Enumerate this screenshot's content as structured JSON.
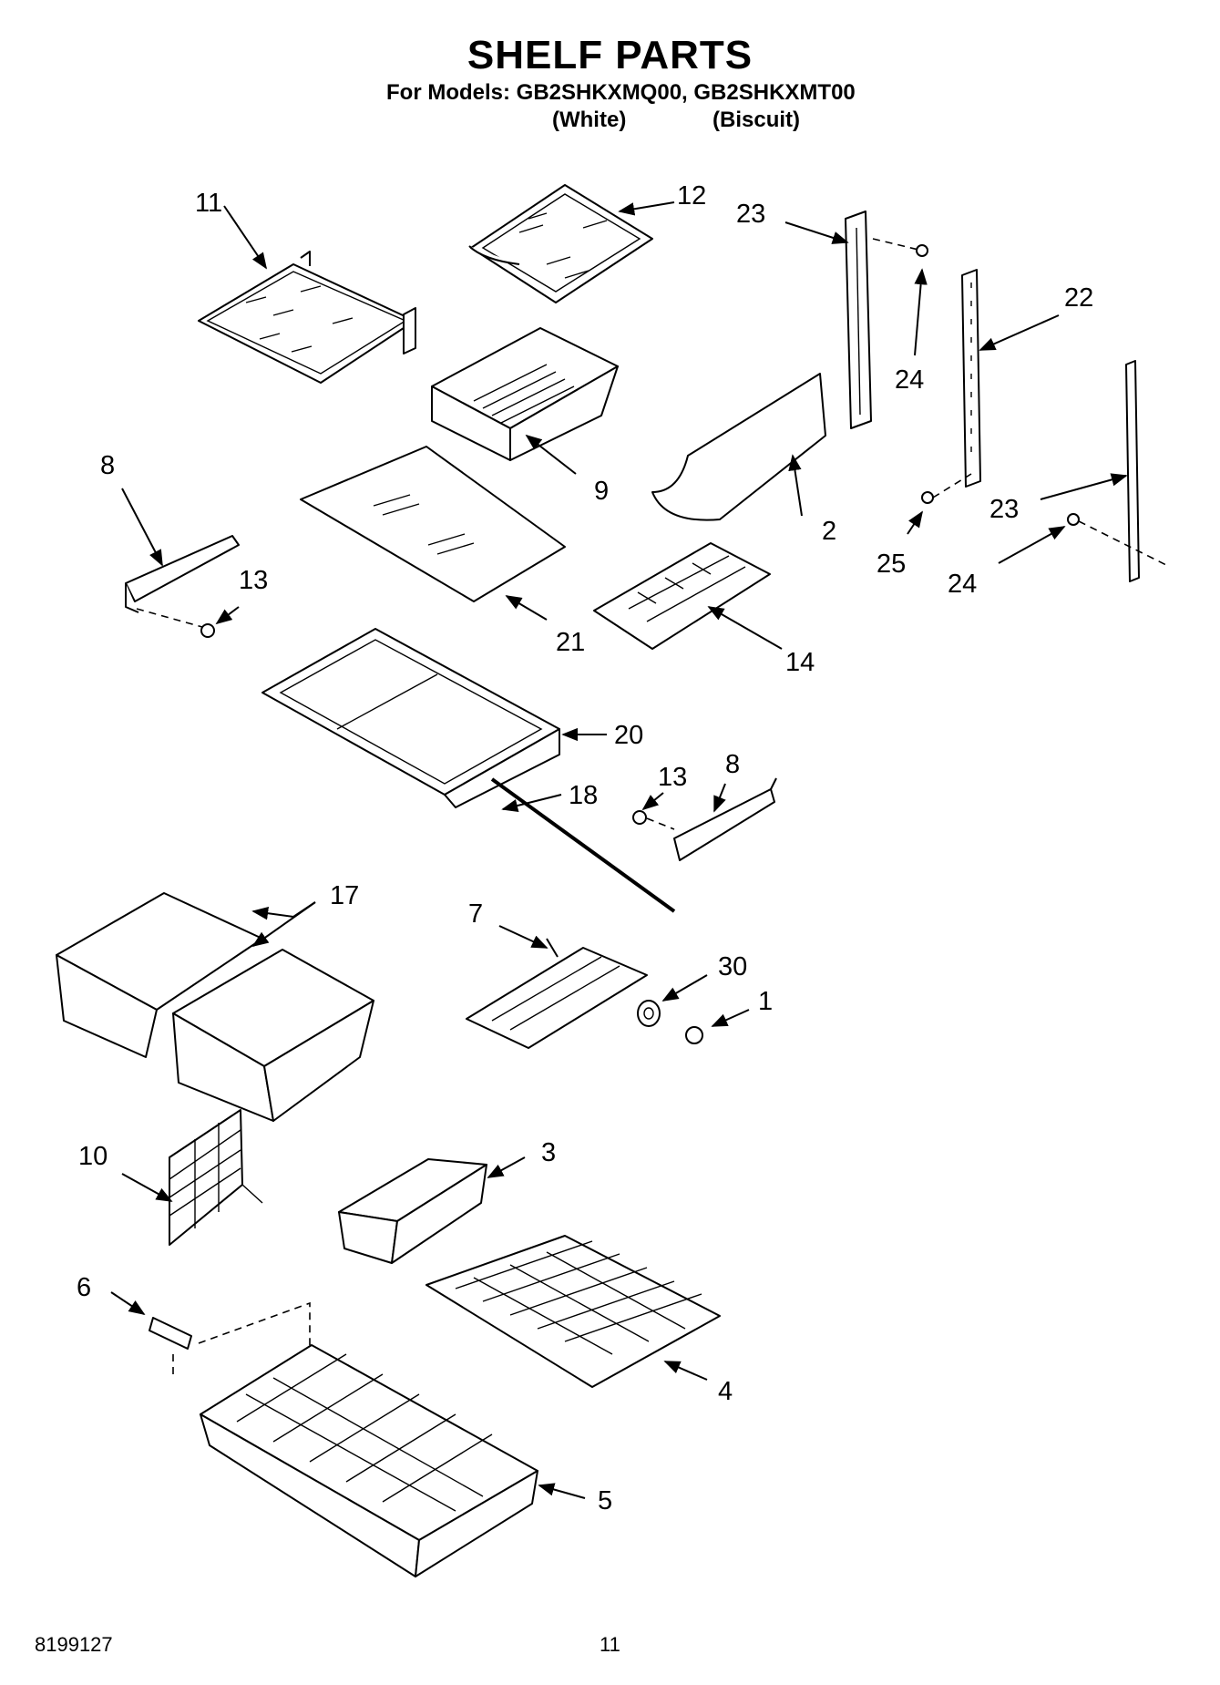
{
  "header": {
    "title": "SHELF PARTS",
    "models_line": "For Models: GB2SHKXMQ00, GB2SHKXMT00",
    "variant_white": "(White)",
    "variant_biscuit": "(Biscuit)"
  },
  "footer": {
    "doc_number": "8199127",
    "page_number": "11"
  },
  "callouts": {
    "c1": "1",
    "c2": "2",
    "c3": "3",
    "c4": "4",
    "c5": "5",
    "c6": "6",
    "c7": "7",
    "c8a": "8",
    "c8b": "8",
    "c9": "9",
    "c10": "10",
    "c11": "11",
    "c12": "12",
    "c13a": "13",
    "c13b": "13",
    "c14": "14",
    "c17": "17",
    "c18": "18",
    "c20": "20",
    "c21": "21",
    "c2b": "22",
    "c23a": "23",
    "c23b": "23",
    "c24a": "24",
    "c24b": "24",
    "c25": "25",
    "c30": "30"
  }
}
